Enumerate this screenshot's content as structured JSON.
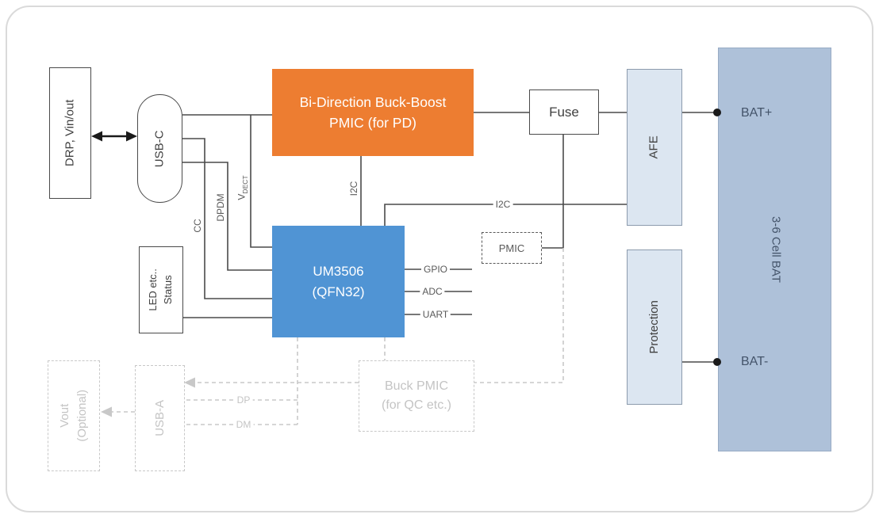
{
  "colors": {
    "accent_orange": "#ED7D31",
    "accent_blue": "#5094D4",
    "panel_blue": "#DCE6F1",
    "battery_blue": "#AEC1D9",
    "line_dark": "#4A4A4A",
    "line_muted": "#C8C8C8",
    "text_dark": "#404040",
    "text_muted": "#C4C4C4",
    "text_navy": "#44546A"
  },
  "blocks": {
    "drp": {
      "label": "DRP, Vin/out"
    },
    "usb_c": {
      "label": "USB-C"
    },
    "pd_pmic": {
      "line1": "Bi-Direction Buck-Boost",
      "line2": "PMIC (for PD)"
    },
    "fuse": {
      "label": "Fuse"
    },
    "afe": {
      "label": "AFE"
    },
    "protection": {
      "label": "Protection"
    },
    "battery": {
      "label": "3-6 Cell BAT",
      "positive": "BAT+",
      "negative": "BAT-"
    },
    "mcu": {
      "line1": "UM3506",
      "line2": "(QFN32)"
    },
    "led_status": {
      "line1": "LED etc..",
      "line2": "Status"
    },
    "pmic": {
      "label": "PMIC"
    },
    "buck_pmic": {
      "line1": "Buck PMIC",
      "line2": "(for QC etc.)"
    },
    "vout": {
      "line1": "Vout",
      "line2": "(Optional)"
    },
    "usb_a": {
      "label": "USB-A"
    }
  },
  "wires": {
    "cc": "CC",
    "dpdm": "DPDM",
    "vdect_base": "V",
    "vdect_sub": "DECT",
    "i2c_top": "I2C",
    "i2c_right": "I2C",
    "gpio": "GPIO",
    "adc": "ADC",
    "uart": "UART",
    "dp": "DP",
    "dm": "DM"
  }
}
